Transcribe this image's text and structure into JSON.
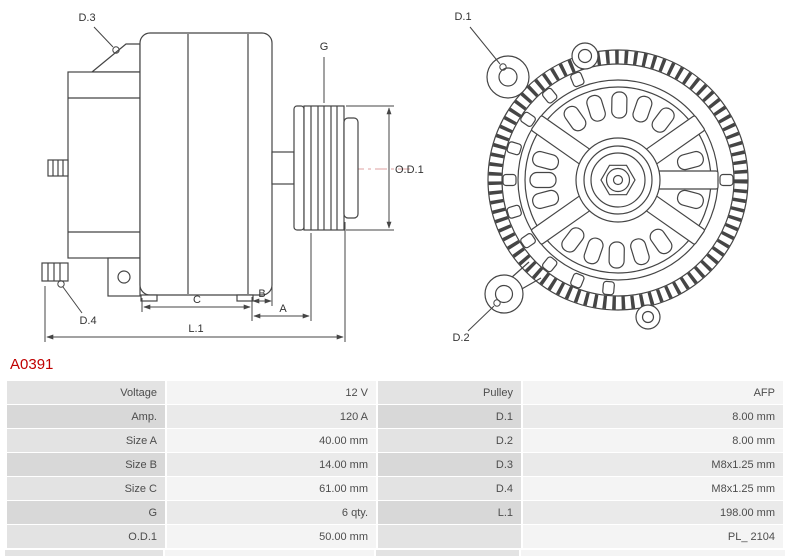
{
  "part_number": "A0391",
  "colors": {
    "part_number_red": "#c00000",
    "drawing_stroke": "#454545",
    "centerline_red": "#dfa0a0",
    "row_label_bg": "#e3e3e3",
    "row_label_bg_alt": "#d8d8d8",
    "row_value_bg": "#f4f4f4",
    "row_value_bg_alt": "#eaeaea"
  },
  "diagram": {
    "left_view_labels": {
      "d3": "D.3",
      "d4": "D.4",
      "g": "G",
      "od1": "O.D.1",
      "c": "C",
      "b": "B",
      "a": "A",
      "l1": "L.1"
    },
    "right_view_labels": {
      "d1": "D.1",
      "d2": "D.2"
    }
  },
  "table": {
    "rows": [
      {
        "label_1": "Voltage",
        "value_1": "12 V",
        "label_2": "Pulley",
        "value_2": "AFP"
      },
      {
        "label_1": "Amp.",
        "value_1": "120 A",
        "label_2": "D.1",
        "value_2": "8.00 mm"
      },
      {
        "label_1": "Size A",
        "value_1": "40.00 mm",
        "label_2": "D.2",
        "value_2": "8.00 mm"
      },
      {
        "label_1": "Size B",
        "value_1": "14.00 mm",
        "label_2": "D.3",
        "value_2": "M8x1.25 mm"
      },
      {
        "label_1": "Size C",
        "value_1": "61.00 mm",
        "label_2": "D.4",
        "value_2": "M8x1.25 mm"
      },
      {
        "label_1": "G",
        "value_1": "6 qty.",
        "label_2": "L.1",
        "value_2": "198.00 mm"
      },
      {
        "label_1": "O.D.1",
        "value_1": "50.00 mm",
        "label_2": "",
        "value_2": "PL_ 2104"
      }
    ]
  }
}
